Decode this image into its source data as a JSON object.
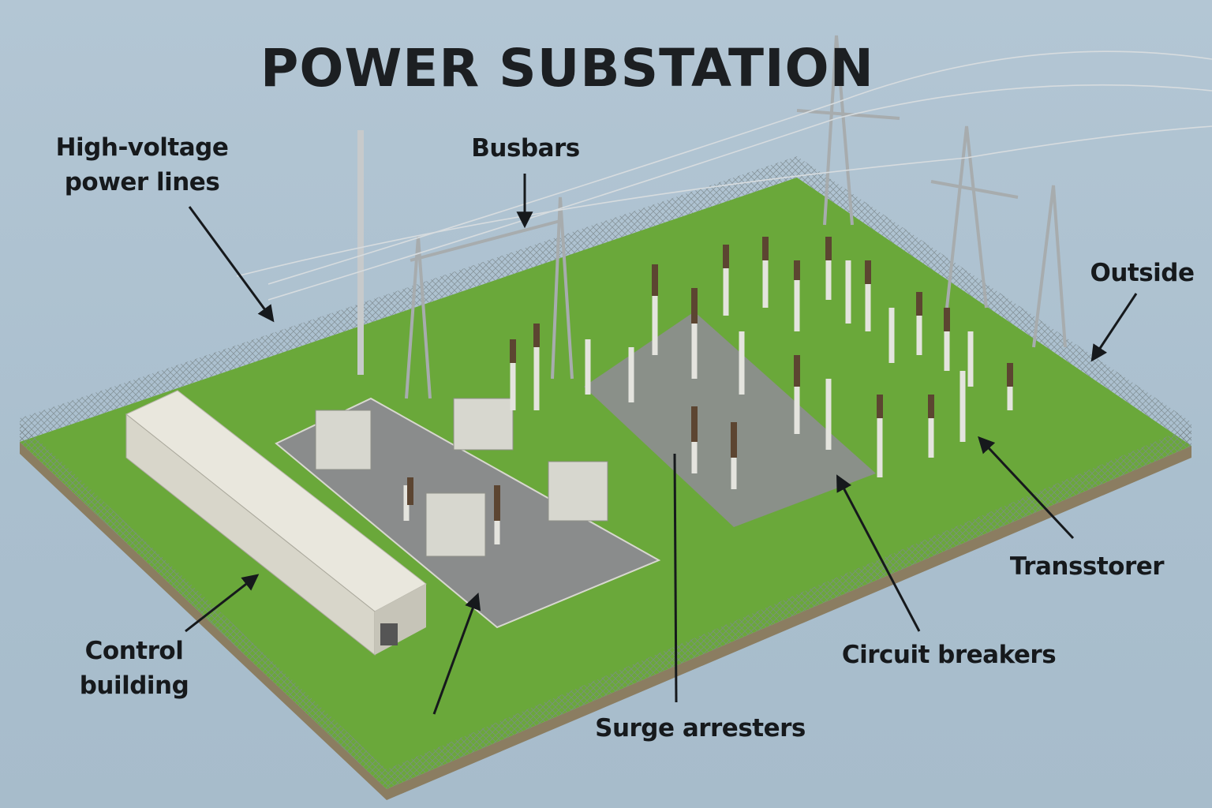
{
  "title": "POWER SUBSTATION",
  "labels": {
    "high_voltage_line1": "High-voltage",
    "high_voltage_line2": "power lines",
    "busbars": "Busbars",
    "outside": "Outside",
    "transstorer": "Transstorer",
    "circuit_breakers": "Circuit breakers",
    "surge_arresters": "Surge arresters",
    "control_line1": "Control",
    "control_line2": "building"
  },
  "colors": {
    "grass": "#6aa83a",
    "gravel": "#8a8c8c",
    "sky": "#aabfce",
    "text": "#16191c"
  }
}
